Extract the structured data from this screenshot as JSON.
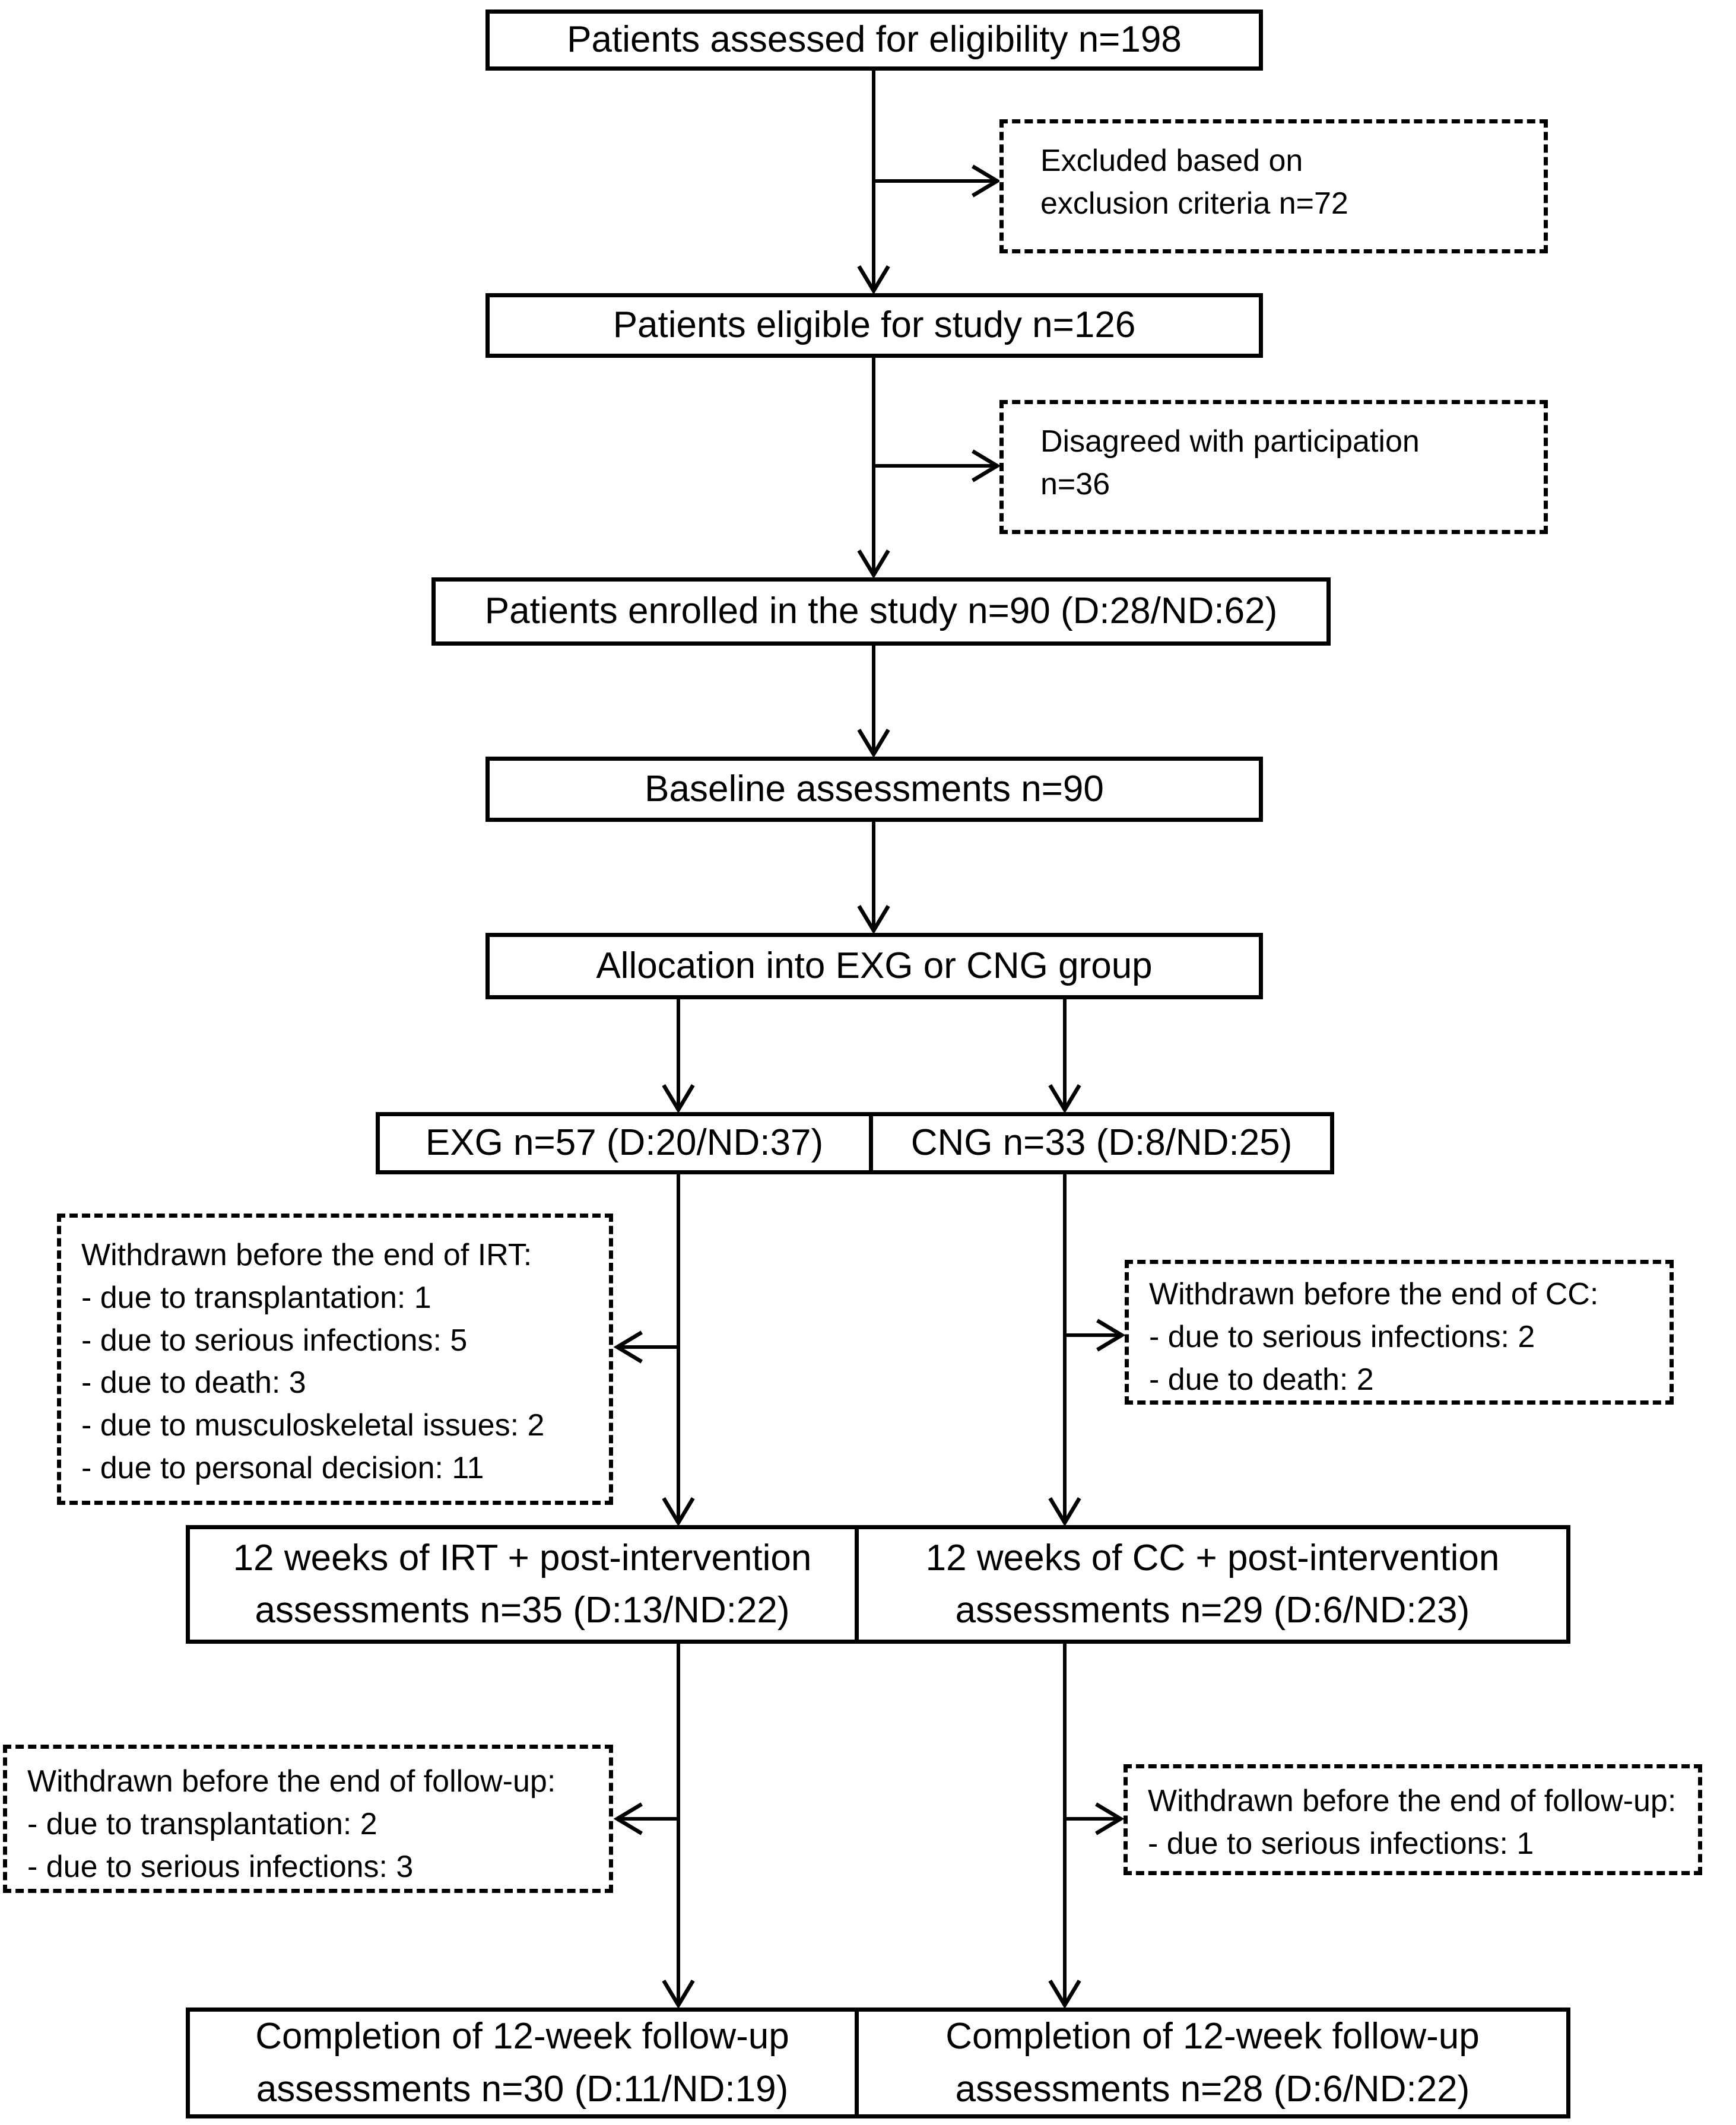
{
  "flowchart": {
    "ink_color": "#000000",
    "background_color": "#ffffff",
    "boxes": {
      "eligibility": {
        "text": "Patients assessed for eligibility n=198"
      },
      "excluded": {
        "line1": "Excluded based on",
        "line2": "exclusion criteria n=72"
      },
      "eligible": {
        "text": "Patients eligible for study n=126"
      },
      "disagreed": {
        "line1": "Disagreed with participation",
        "line2": "n=36"
      },
      "enrolled": {
        "text": "Patients enrolled in the study n=90 (D:28/ND:62)"
      },
      "baseline": {
        "text": "Baseline assessments n=90"
      },
      "allocation": {
        "text": "Allocation into EXG or CNG group"
      },
      "exg": {
        "text": "EXG n=57 (D:20/ND:37)"
      },
      "cng": {
        "text": "CNG n=33 (D:8/ND:25)"
      },
      "withdrawn_irt": {
        "title": "Withdrawn before the end of IRT:",
        "items": [
          "- due to transplantation: 1",
          "- due to serious infections: 5",
          "- due to death: 3",
          "- due to musculoskeletal issues: 2",
          "- due to personal decision: 11"
        ]
      },
      "withdrawn_cc": {
        "title": "Withdrawn before the end of CC:",
        "items": [
          "- due to serious infections: 2",
          "- due to death: 2"
        ]
      },
      "irt_12w": {
        "line1": "12 weeks of IRT + post-intervention",
        "line2": "assessments n=35 (D:13/ND:22)"
      },
      "cc_12w": {
        "line1": "12 weeks of CC + post-intervention",
        "line2": "assessments n=29 (D:6/ND:23)"
      },
      "withdrawn_followup_exg": {
        "title": "Withdrawn before the end of follow-up:",
        "items": [
          "- due to transplantation: 2",
          "- due to serious infections: 3"
        ]
      },
      "withdrawn_followup_cng": {
        "title": "Withdrawn before the end of follow-up:",
        "items": [
          "- due to serious infections: 1"
        ]
      },
      "completion_exg": {
        "line1": "Completion of 12-week follow-up",
        "line2": "assessments n=30 (D:11/ND:19)"
      },
      "completion_cng": {
        "line1": "Completion of 12-week follow-up",
        "line2": "assessments n=28 (D:6/ND:22)"
      }
    }
  }
}
